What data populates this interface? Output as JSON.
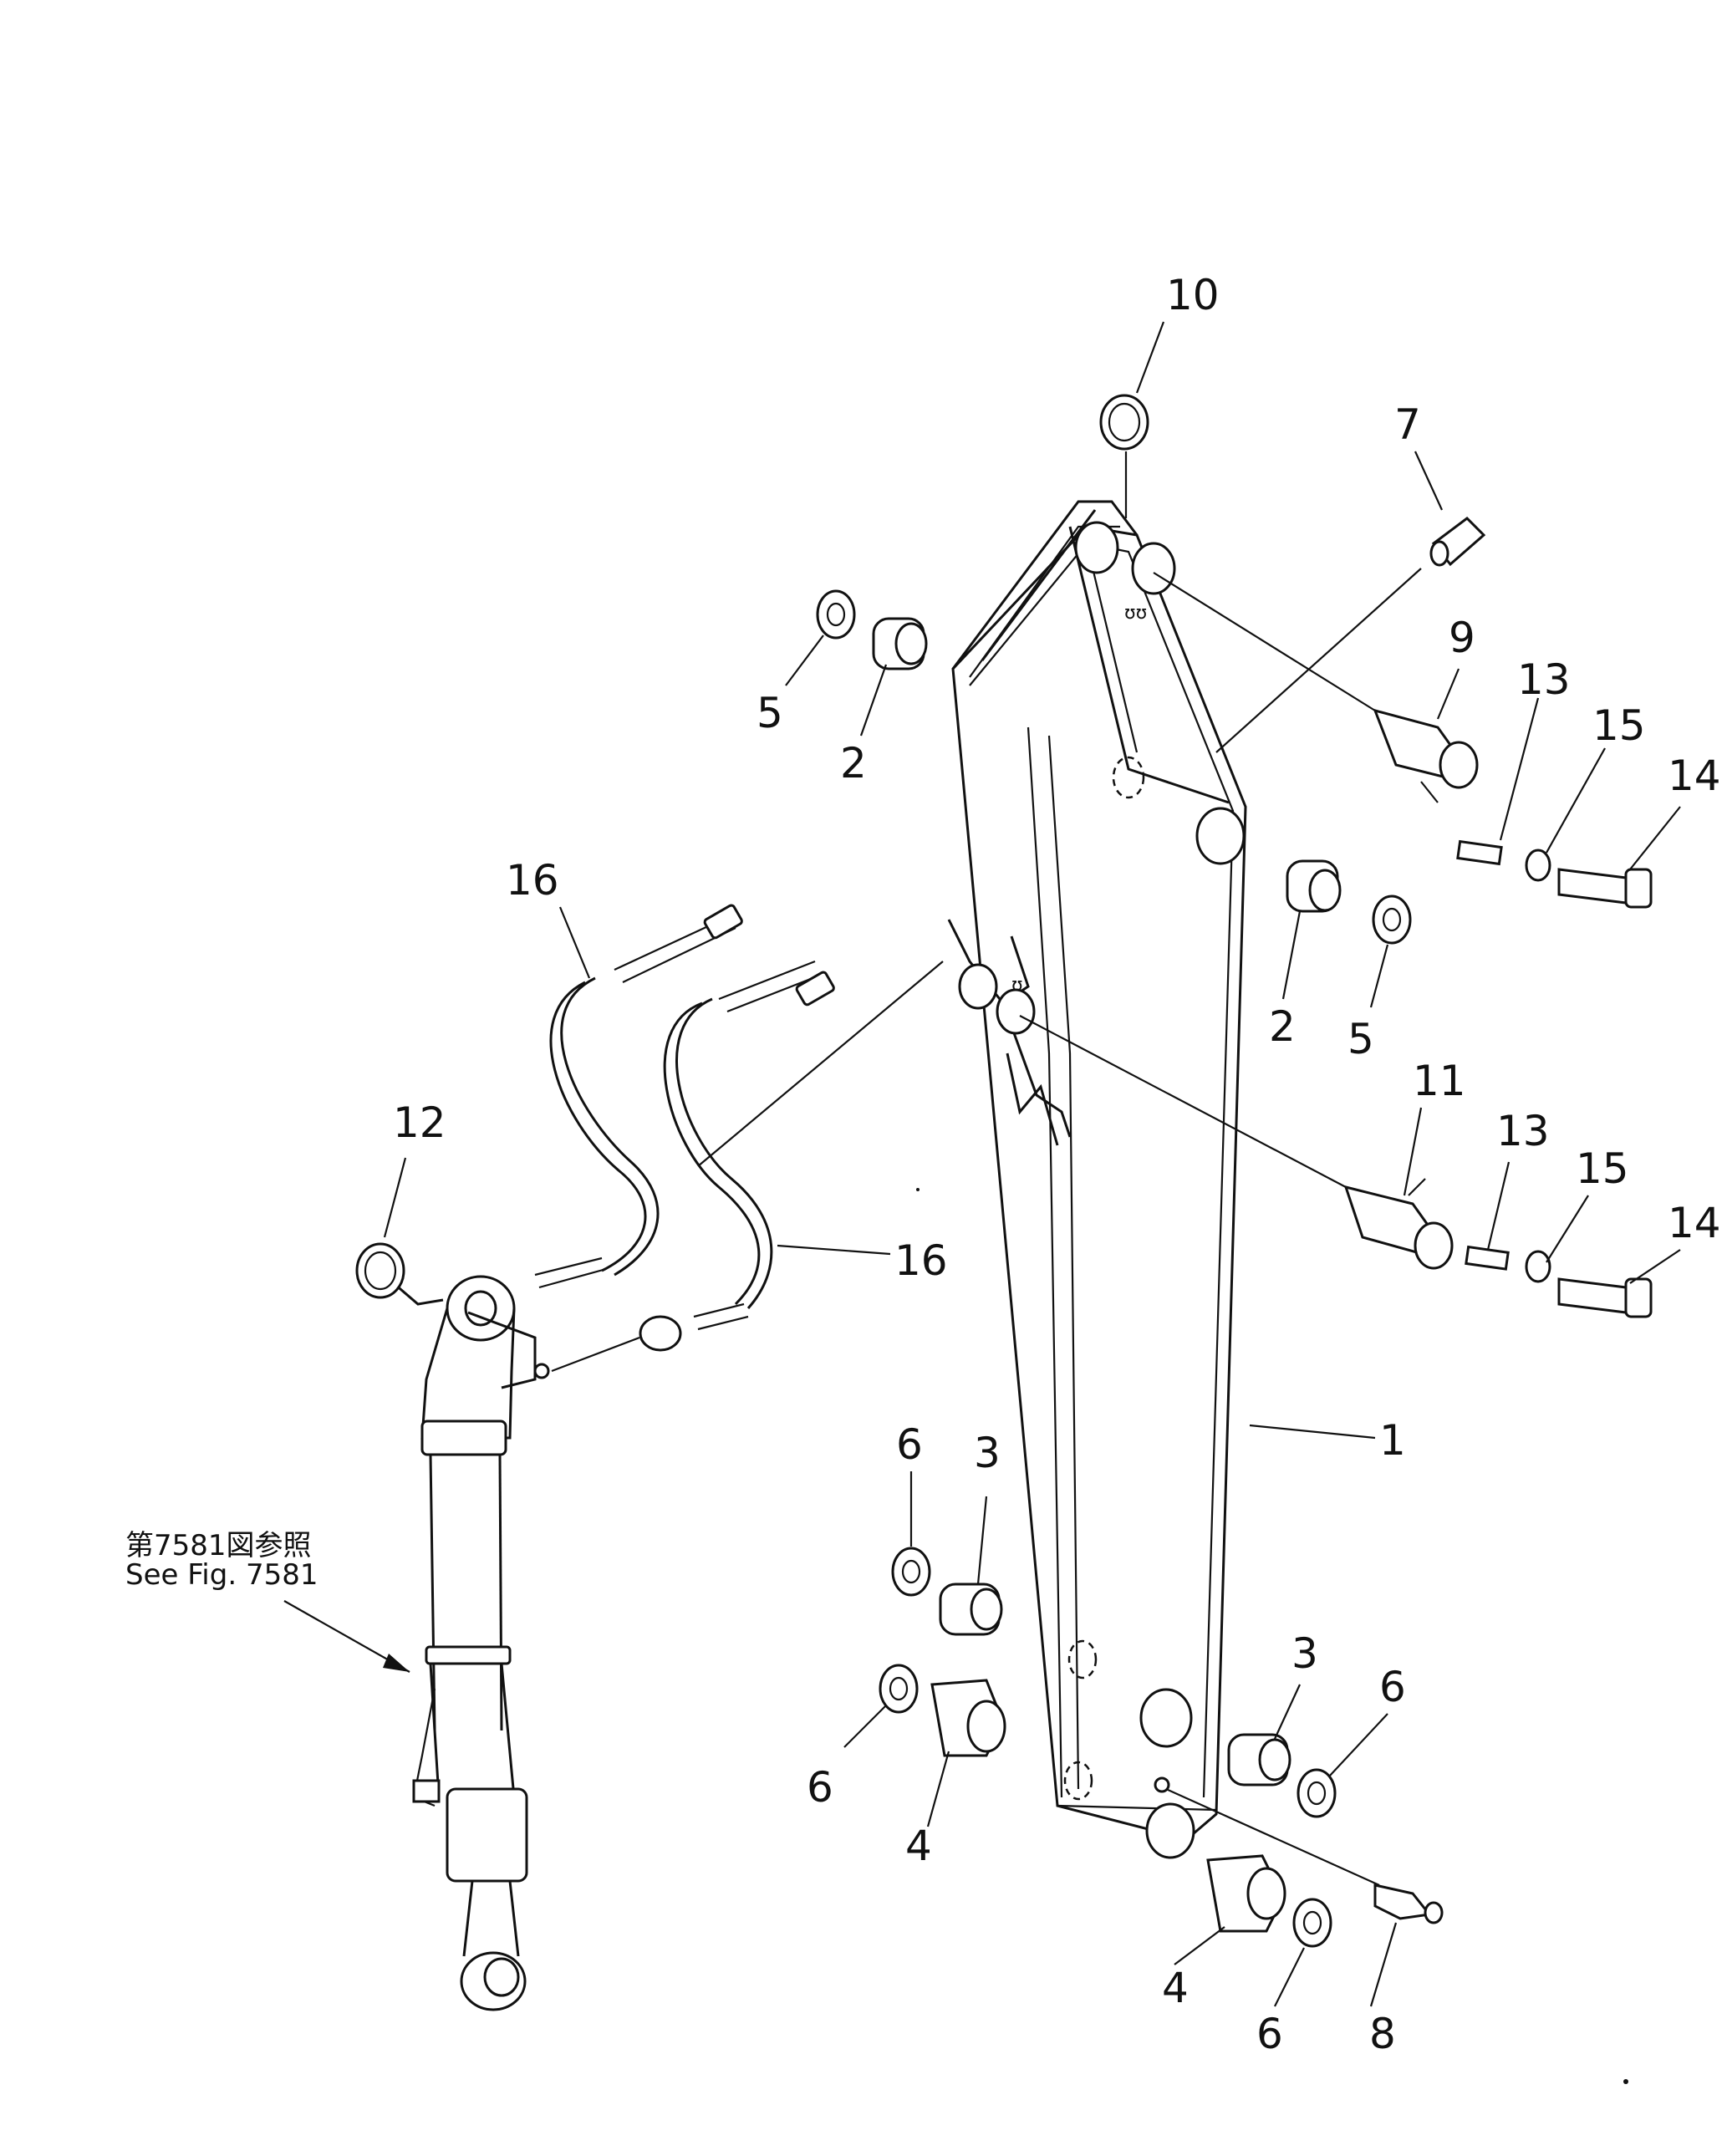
{
  "callouts": {
    "c1": "1",
    "c2a": "2",
    "c2b": "2",
    "c3a": "3",
    "c3b": "3",
    "c4a": "4",
    "c4b": "4",
    "c5a": "5",
    "c5b": "5",
    "c6a": "6",
    "c6b": "6",
    "c6c": "6",
    "c6d": "6",
    "c7": "7",
    "c8": "8",
    "c9": "9",
    "c10": "10",
    "c11": "11",
    "c12": "12",
    "c13a": "13",
    "c13b": "13",
    "c14a": "14",
    "c14b": "14",
    "c15a": "15",
    "c15b": "15",
    "c16a": "16",
    "c16b": "16"
  },
  "reference_note": {
    "japanese": "第7581図参照",
    "english": "See Fig. 7581"
  }
}
